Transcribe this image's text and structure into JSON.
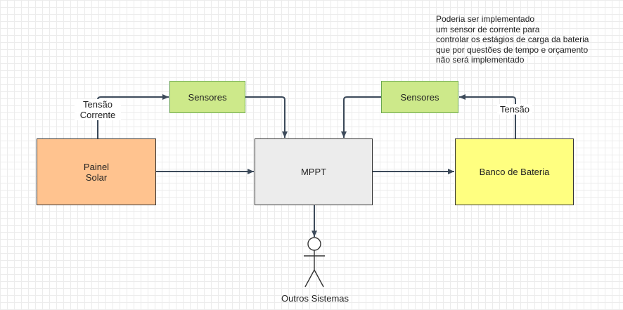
{
  "nodes": {
    "painel": "Painel\nSolar",
    "mppt": "MPPT",
    "banco": "Banco de Bateria",
    "sensores_left": "Sensores",
    "sensores_right": "Sensores"
  },
  "labels": {
    "tensao_corrente": "Tensão\nCorrente",
    "tensao": "Tensão",
    "outros_sistemas": "Outros Sistemas"
  },
  "note": "Poderia ser implementado\num sensor de corrente para\ncontrolar os estágios de carga da bateria\nque por questões de tempo e orçamento\nnão será implementado",
  "colors": {
    "painel": "#ffc38f",
    "mppt": "#ececec",
    "banco": "#ffff80",
    "sensores": "#cde98a",
    "connector": "#3c4a5a"
  }
}
